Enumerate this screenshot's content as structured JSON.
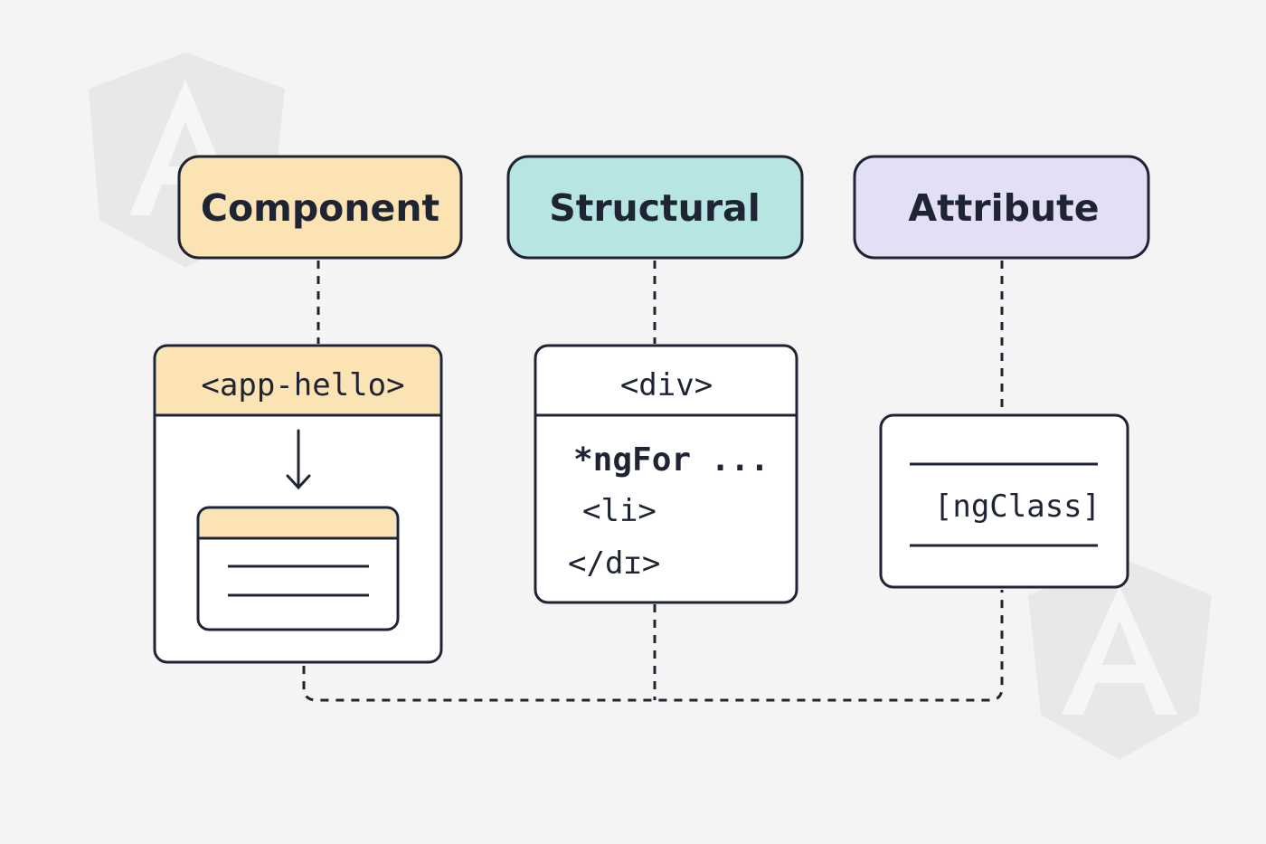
{
  "colors": {
    "background": "#f4f4f4",
    "stroke": "#1e2433",
    "component_fill": "#fbe3b4",
    "structural_fill": "#b7e6e2",
    "attribute_fill": "#e3e0f5",
    "box_fill": "#ffffff",
    "logo_fill": "#e8e8e8"
  },
  "logo_icon": "angular-logo-icon",
  "categories": [
    {
      "id": "component",
      "label": "Component"
    },
    {
      "id": "structural",
      "label": "Structural"
    },
    {
      "id": "attribute",
      "label": "Attribute"
    }
  ],
  "component_example": {
    "header": "<app-hello>",
    "arrow_icon": "arrow-down-icon"
  },
  "structural_example": {
    "header": "<div>",
    "lines": [
      "*ngFor ...",
      "<li>",
      "</dɪ>"
    ]
  },
  "attribute_example": {
    "code": "[ngClass]"
  }
}
